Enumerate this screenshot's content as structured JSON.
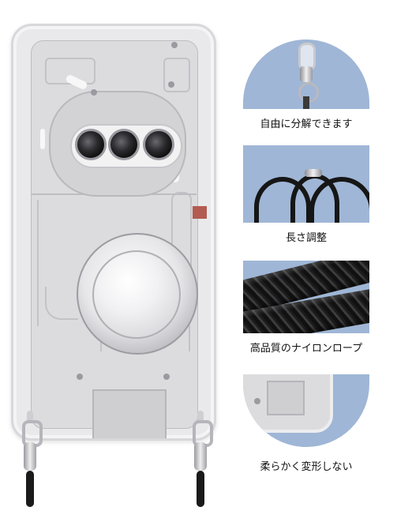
{
  "features": [
    {
      "label": "自由に分解できます"
    },
    {
      "label": "長さ調整"
    },
    {
      "label": "高品質のナイロンロープ"
    },
    {
      "label": "柔らかく変形しない"
    }
  ],
  "colors": {
    "panel_blue": "#9fb6d6",
    "case_gray": "#e9e9eb",
    "rope_black": "#1a1a1a",
    "accent_red": "#b35b50"
  },
  "icons": [
    "phone-case-illustration",
    "ring-holder",
    "carabiner-icon",
    "cord-loop-icon",
    "braided-rope-icon",
    "case-corner-icon"
  ]
}
